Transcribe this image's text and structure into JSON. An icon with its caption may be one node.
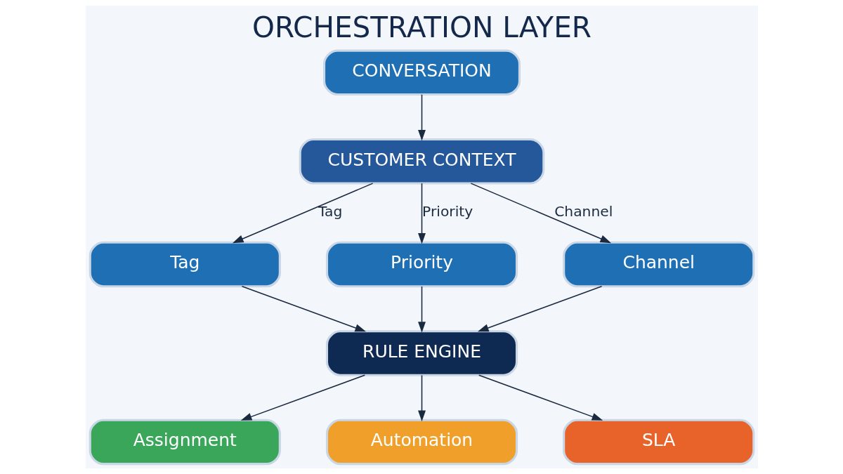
{
  "diagram": {
    "title": "ORCHESTRATION LAYER",
    "nodes": [
      {
        "text": [
          "CONVERSATION"
        ]
      },
      {
        "text": [
          "CUSTOMER CONTEXT"
        ]
      },
      {
        "text": [
          "Tag"
        ]
      },
      {
        "text": [
          "Priority"
        ]
      },
      {
        "text": [
          "Channel"
        ]
      },
      {
        "text": [
          "RULE ENGINE"
        ]
      },
      {
        "text": [
          "Assignment"
        ]
      },
      {
        "text": [
          "Automation"
        ]
      },
      {
        "text": [
          "SLA"
        ]
      }
    ],
    "edges": [
      {
        "from": 0,
        "to": 1,
        "arrow": "to"
      },
      {
        "from": 1,
        "to": 2,
        "arrow": "to",
        "label": "Tag"
      },
      {
        "from": 1,
        "to": 3,
        "arrow": "to",
        "label": "Priority"
      },
      {
        "from": 1,
        "to": 4,
        "arrow": "to",
        "label": "Channel"
      },
      {
        "from": 2,
        "to": 5,
        "arrow": "to"
      },
      {
        "from": 3,
        "to": 5,
        "arrow": "to"
      },
      {
        "from": 4,
        "to": 5,
        "arrow": "to"
      },
      {
        "from": 5,
        "to": 6,
        "arrow": "to"
      },
      {
        "from": 5,
        "to": 7,
        "arrow": "to"
      },
      {
        "from": 5,
        "to": 8,
        "arrow": "to"
      }
    ]
  }
}
